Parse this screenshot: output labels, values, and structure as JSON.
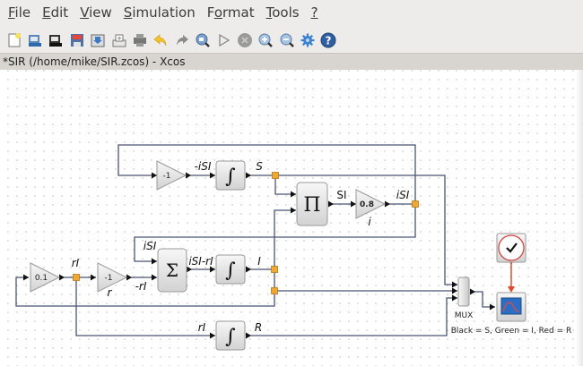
{
  "menu": {
    "items": [
      {
        "label_first": "F",
        "label_rest": "ile"
      },
      {
        "label_first": "E",
        "label_rest": "dit"
      },
      {
        "label_first": "V",
        "label_rest": "iew"
      },
      {
        "label_first": "S",
        "label_rest": "imulation"
      },
      {
        "label_pre": "F",
        "label_first": "o",
        "label_rest": "rmat"
      },
      {
        "label_first": "T",
        "label_rest": "ools"
      },
      {
        "label_first": "?",
        "label_rest": ""
      }
    ]
  },
  "toolbar": {
    "icons": [
      "new-diagram-icon",
      "open-icon",
      "open-in-scilab-icon",
      "save-icon",
      "save-as-icon",
      "export-icon",
      "print-icon",
      "undo-icon",
      "redo-icon",
      "fit-diagram-icon",
      "start-simulation-icon",
      "stop-simulation-icon",
      "zoom-in-icon",
      "zoom-out-icon",
      "xcos-demos-icon",
      "help-icon"
    ]
  },
  "window": {
    "title": "*SIR (/home/mike/SIR.zcos) - Xcos"
  },
  "diagram": {
    "gains": {
      "top": {
        "value": "-1"
      },
      "beta": {
        "value": "0.8",
        "param": "i"
      },
      "recovery_rate": {
        "value": "0.1"
      },
      "neg_r": {
        "value": "-1",
        "param": "r"
      }
    },
    "labels": {
      "neg_isi": "-iSI",
      "s": "S",
      "si": "SI",
      "isi_out": "iSI",
      "isi_in": "iSI",
      "ri": "rI",
      "neg_ri": "-rI",
      "sum_out": "iSI-rI",
      "i": "I",
      "ri_bottom": "rI",
      "r": "R"
    },
    "blocks": {
      "product_symbol": "Π",
      "sum_symbol": "Σ",
      "integral_symbol": "∫",
      "mux_label": "MUX",
      "scope_caption": "Black = S, Green = I, Red = R"
    },
    "colors": {
      "link": "#4a5474",
      "split": "#f0a830",
      "event_link": "#e04a2a",
      "clock_ring": "#d23a3a"
    }
  }
}
